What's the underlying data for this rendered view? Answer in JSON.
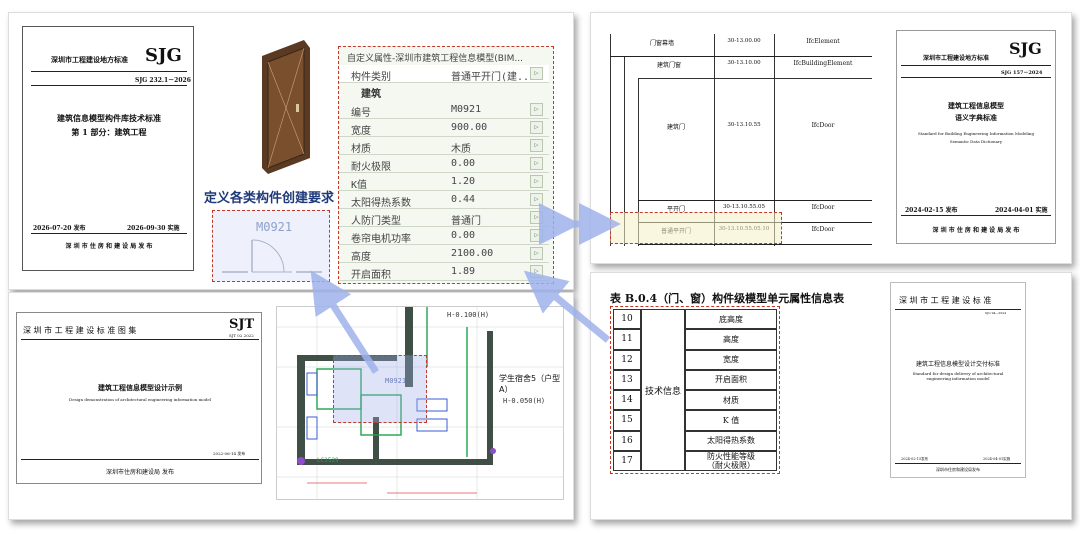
{
  "cover1": {
    "org": "深圳市工程建设地方标准",
    "code": "SJG",
    "number": "SJG 232.1－2026",
    "title1": "建筑信息模型构件库技术标准",
    "title2": "第 1 部分：建筑工程",
    "issue": "2026-07-20 发布",
    "effective": "2026-09-30 实施",
    "publisher": "深 圳 市 住 房 和 建 设 局 发 布"
  },
  "door_panel": {
    "caption": "定义各类构件创建要求",
    "plan_label": "M0921",
    "header": "自定义属性-深圳市建筑工程信息模型(BIM...",
    "category_key": "构件类别",
    "category_val": "普通平开门(建...",
    "section": "建筑",
    "rows": [
      {
        "k": "编号",
        "v": "M0921"
      },
      {
        "k": "宽度",
        "v": "900.00"
      },
      {
        "k": "材质",
        "v": "木质"
      },
      {
        "k": "耐火极限",
        "v": "0.00"
      },
      {
        "k": "K值",
        "v": "1.20"
      },
      {
        "k": "太阳得热系数",
        "v": "0.44"
      },
      {
        "k": "人防门类型",
        "v": "普通门"
      },
      {
        "k": "卷帘电机功率",
        "v": "0.00"
      },
      {
        "k": "高度",
        "v": "2100.00"
      },
      {
        "k": "开启面积",
        "v": "1.89"
      }
    ],
    "btn_glyph": "▷"
  },
  "atlas": {
    "org": "深 圳 市 工 程 建 设 标 准 图 集",
    "code": "SJT",
    "number": "SJT 02 2022",
    "title": "建筑工程信息模型设计示例",
    "subtitle": "Design demonstration of architectural engineering information model",
    "date": "2022-06-14 发布",
    "publisher": "深圳市住房和建设局    发布"
  },
  "plan": {
    "labels": [
      "H-0.100(H)",
      "学生宿舍5（户型A）",
      "H-0.050(H)",
      "M0921",
      "LC1529"
    ]
  },
  "classtable": {
    "rows": [
      {
        "name": "门窗幕墙",
        "code": "30-13.00.00",
        "ifc": "IfcElement"
      },
      {
        "name": "建筑门窗",
        "code": "30-13.10.00",
        "ifc": "IfcBuildingElement"
      },
      {
        "name": "建筑门",
        "code": "30-13.10.55",
        "ifc": "IfcDoor"
      },
      {
        "name": "平开门",
        "code": "30-13.10.55.05",
        "ifc": "IfcDoor"
      },
      {
        "name": "普通平开门",
        "code": "30-13.10.55.05.10",
        "ifc": "IfcDoor"
      }
    ]
  },
  "cover2": {
    "org": "深圳市工程建设地方标准",
    "code": "SJG",
    "number": "SJG 157－2024",
    "title1": "建筑工程信息模型",
    "title2": "语义字典标准",
    "en1": "Standard for Building Engineering Information Modeling",
    "en2": "Semantic Data Dictionary",
    "issue": "2024-02-15 发布",
    "effective": "2024-04-01 实施",
    "publisher": "深 圳 市 住 房 和 建 设 局 发 布"
  },
  "attrtable": {
    "title": "表 B.0.4（门、窗）构件级模型单元属性信息表",
    "group": "技术信息",
    "rows": [
      {
        "n": "10",
        "name": "底高度"
      },
      {
        "n": "11",
        "name": "高度"
      },
      {
        "n": "12",
        "name": "宽度"
      },
      {
        "n": "13",
        "name": "开启面积"
      },
      {
        "n": "14",
        "name": "材质"
      },
      {
        "n": "15",
        "name": "K 值"
      },
      {
        "n": "16",
        "name": "太阳得热系数"
      },
      {
        "n": "17",
        "name": "防火性能等级\n（耐火极限）"
      }
    ]
  },
  "cover3": {
    "org": "深 圳 市 工 程 建 设 标 准",
    "number": "SJG 94—2024",
    "title": "建筑工程信息模型设计交付标准",
    "en": "Standard for design delivery of architectural engineering information model",
    "issue": "2024-02-15发布",
    "effective": "2024-04-01实施",
    "publisher": "深圳市住房和建设局发布"
  },
  "colors": {
    "accent_red": "#c0392b",
    "arrow_blue": "#9fb3ec",
    "panel_green": "#eef3ea",
    "door_brown": "#6b4226"
  }
}
